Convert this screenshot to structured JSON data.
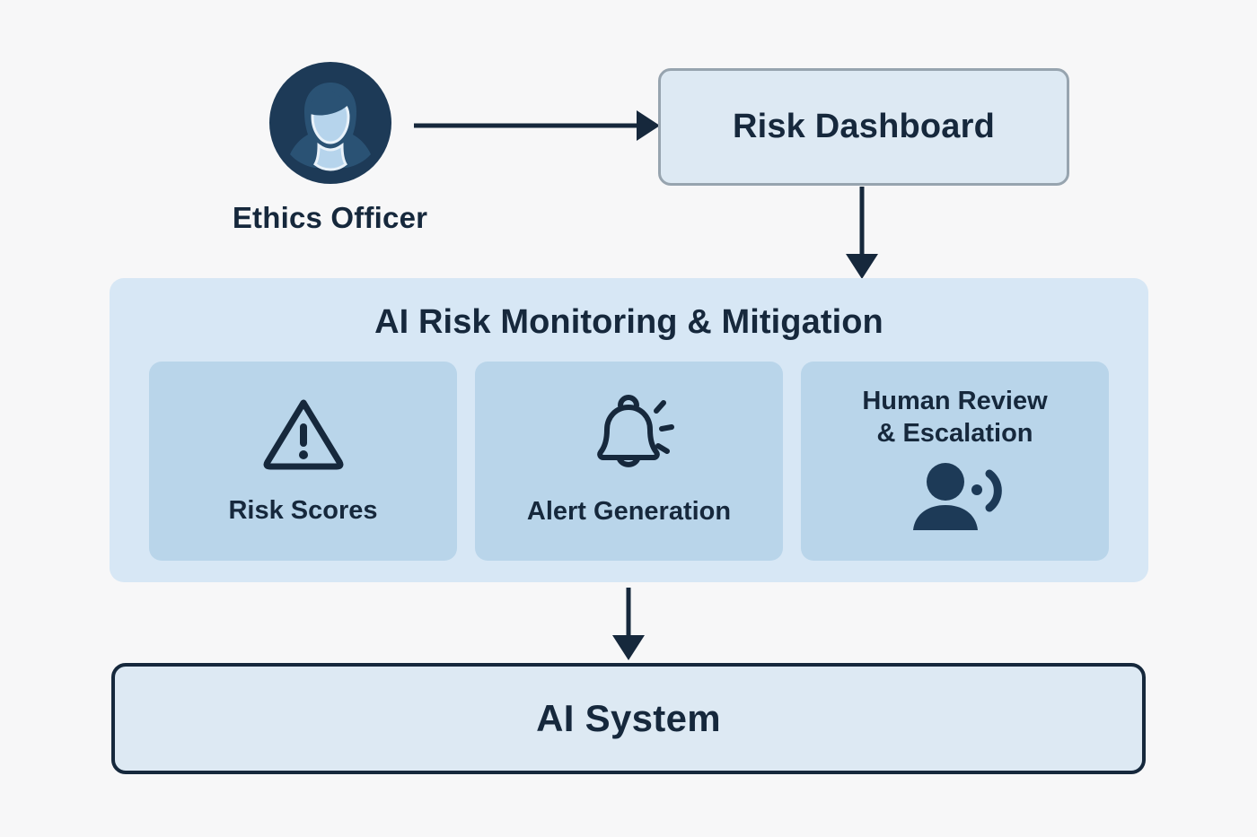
{
  "diagram": {
    "background_color": "#f7f7f8",
    "accent_dark": "#16283c",
    "panel_fill": "#d7e7f5",
    "card_fill": "#b9d5ea",
    "node_fill": "#dde9f3",
    "node_border_gray": "#97a4af"
  },
  "actor": {
    "label": "Ethics Officer",
    "icon": "user-avatar-icon"
  },
  "dashboard": {
    "label": "Risk Dashboard"
  },
  "monitor": {
    "title": "AI Risk Monitoring & Mitigation",
    "cards": [
      {
        "label": "Risk Scores",
        "icon": "warning-triangle-icon",
        "icon_position": "top"
      },
      {
        "label": "Alert Generation",
        "icon": "bell-ringing-icon",
        "icon_position": "top"
      },
      {
        "label": "Human Review\n& Escalation",
        "icon": "person-signal-icon",
        "icon_position": "bottom"
      }
    ]
  },
  "system": {
    "label": "AI System"
  },
  "arrows": [
    {
      "name": "officer-to-dashboard",
      "direction": "right"
    },
    {
      "name": "dashboard-to-monitoring",
      "direction": "down"
    },
    {
      "name": "monitoring-to-system",
      "direction": "down"
    }
  ]
}
